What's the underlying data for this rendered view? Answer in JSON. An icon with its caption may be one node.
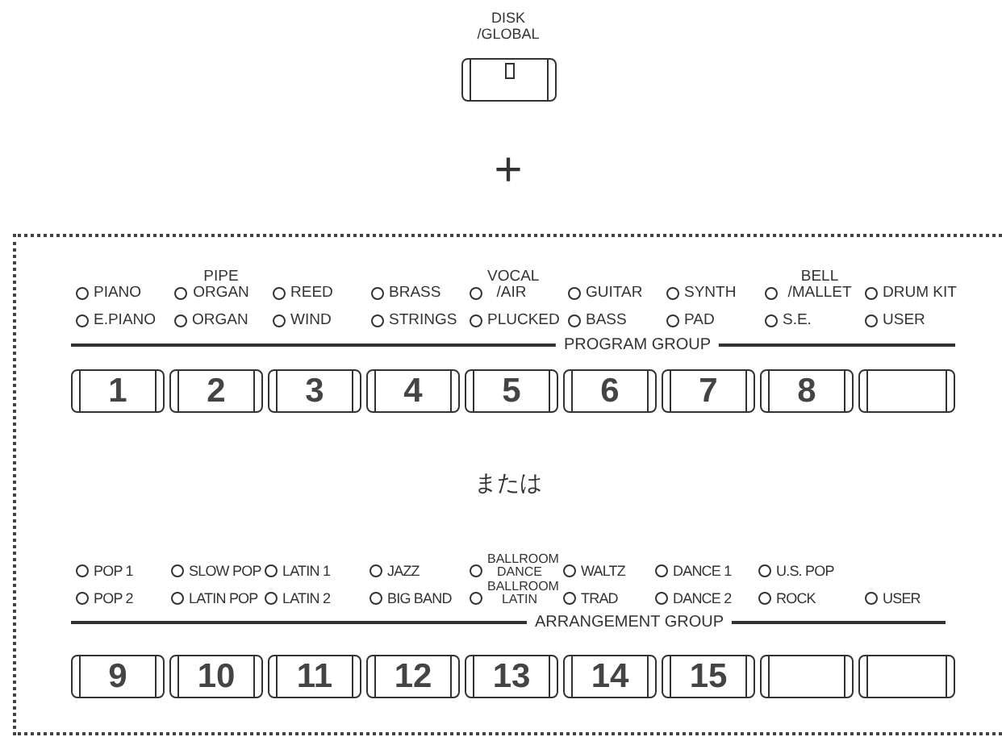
{
  "diagram": {
    "nodes": [
      {
        "text": [
          "DISK /GLOBAL"
        ]
      },
      {
        "text": [
          "1"
        ]
      },
      {
        "text": [
          "2"
        ]
      },
      {
        "text": [
          "3"
        ]
      },
      {
        "text": [
          "4"
        ]
      },
      {
        "text": [
          "5"
        ]
      },
      {
        "text": [
          "6"
        ]
      },
      {
        "text": [
          "7"
        ]
      },
      {
        "text": [
          "8"
        ]
      },
      {
        "text": [],
        "shape": "box"
      },
      {
        "text": [
          "9"
        ]
      },
      {
        "text": [
          "10"
        ]
      },
      {
        "text": [
          "11"
        ]
      },
      {
        "text": [
          "12"
        ]
      },
      {
        "text": [
          "13"
        ]
      },
      {
        "text": [
          "14"
        ]
      },
      {
        "text": [
          "15"
        ]
      },
      {
        "text": [],
        "shape": "box"
      },
      {
        "text": [],
        "shape": "box"
      }
    ],
    "labels": [
      "+",
      "PIANO",
      "PIPE ORGAN",
      "REED",
      "BRASS",
      "VOCAL /AIR",
      "GUITAR",
      "SYNTH",
      "BELL /MALLET",
      "DRUM KIT",
      "E.PIANO",
      "ORGAN",
      "WIND",
      "STRINGS",
      "PLUCKED",
      "BASS",
      "PAD",
      "S.E.",
      "USER",
      "PROGRAM GROUP",
      "または",
      "POP 1",
      "SLOW POP",
      "LATIN 1",
      "JAZZ",
      "BALLROOM DANCE",
      "WALTZ",
      "DANCE 1",
      "U.S. POP",
      "POP 2",
      "LATIN POP",
      "LATIN 2",
      "BIG BAND",
      "BALLROOM LATIN",
      "TRAD",
      "DANCE 2",
      "ROCK",
      "USER",
      "ARRANGEMENT GROUP"
    ]
  }
}
